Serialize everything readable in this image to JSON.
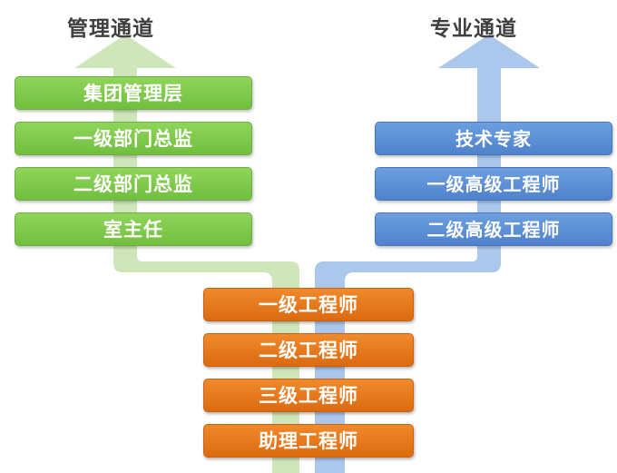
{
  "titles": {
    "management": "管理通道",
    "professional": "专业通道"
  },
  "management_track": [
    "集团管理层",
    "一级部门总监",
    "二级部门总监",
    "室主任"
  ],
  "professional_track": [
    "技术专家",
    "一级高级工程师",
    "二级高级工程师"
  ],
  "common_track": [
    "一级工程师",
    "二级工程师",
    "三级工程师",
    "助理工程师"
  ],
  "colors": {
    "management_arrow": "#c8e3b0",
    "professional_arrow": "#a8c5ea",
    "management_box": "#7dc94a",
    "professional_box": "#5b8fd6",
    "common_box": "#e8791c"
  }
}
